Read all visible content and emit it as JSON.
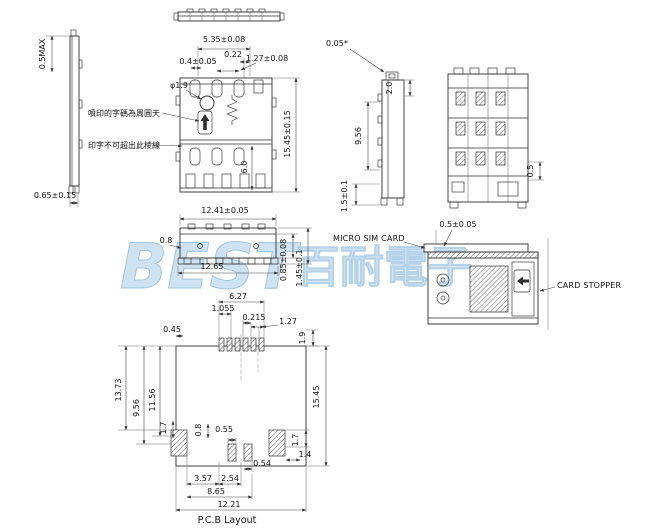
{
  "watermark": {
    "latin": "BEST",
    "cjk": "百耐電子",
    "color": "#9ec9e8"
  },
  "views": {
    "left_side": {
      "dims": {
        "thickness_max": "0.5MAX",
        "lead_coplanarity": "0.65±0.15"
      }
    },
    "top": {
      "dims": {
        "width": "5.35±0.08",
        "slot": "0.22",
        "pad_width": "0.4±0.05",
        "pitch": "1.27±0.08",
        "hole": "φ1.9",
        "length": "15.45±0.15",
        "inner_length": "6.0"
      },
      "notes": {
        "print_code": "噴印的字碼為周圓天",
        "print_limit": "印字不可超出此棱線"
      }
    },
    "right_side": {
      "dims": {
        "gap": "0.05*",
        "top_height": "2.0",
        "body_height": "9.56",
        "bottom_height": "1.5±0.1"
      }
    },
    "rear": {
      "dims": {
        "shell": "0.5"
      }
    },
    "bottom": {
      "dims": {
        "width": "12.41±0.05",
        "pad": "0.8",
        "flange_width": "12.65",
        "t1": "0.85±0.08",
        "t2": "1.45±0.1"
      }
    },
    "card_insert": {
      "labels": {
        "card": "MICRO SIM CARD",
        "stopper": "CARD STOPPER"
      },
      "dims": {
        "card_thickness": "0.5±0.05"
      }
    },
    "pcb": {
      "caption": "P.C.B Layout",
      "dims": {
        "d627": "6.27",
        "d1055": "1.055",
        "d0215": "0.215",
        "d127": "1.27",
        "d045": "0.45",
        "d19": "1.9",
        "d1373": "13.73",
        "d956": "9.56",
        "d1156": "11.56",
        "d17l": "1.7",
        "d08": "0.8",
        "d055": "0.55",
        "d1545": "15.45",
        "d17r": "1.7",
        "d14": "1.4",
        "d054": "0.54",
        "d357": "3.57",
        "d254": "2.54",
        "d865": "8.65",
        "d1221": "12.21"
      }
    }
  }
}
